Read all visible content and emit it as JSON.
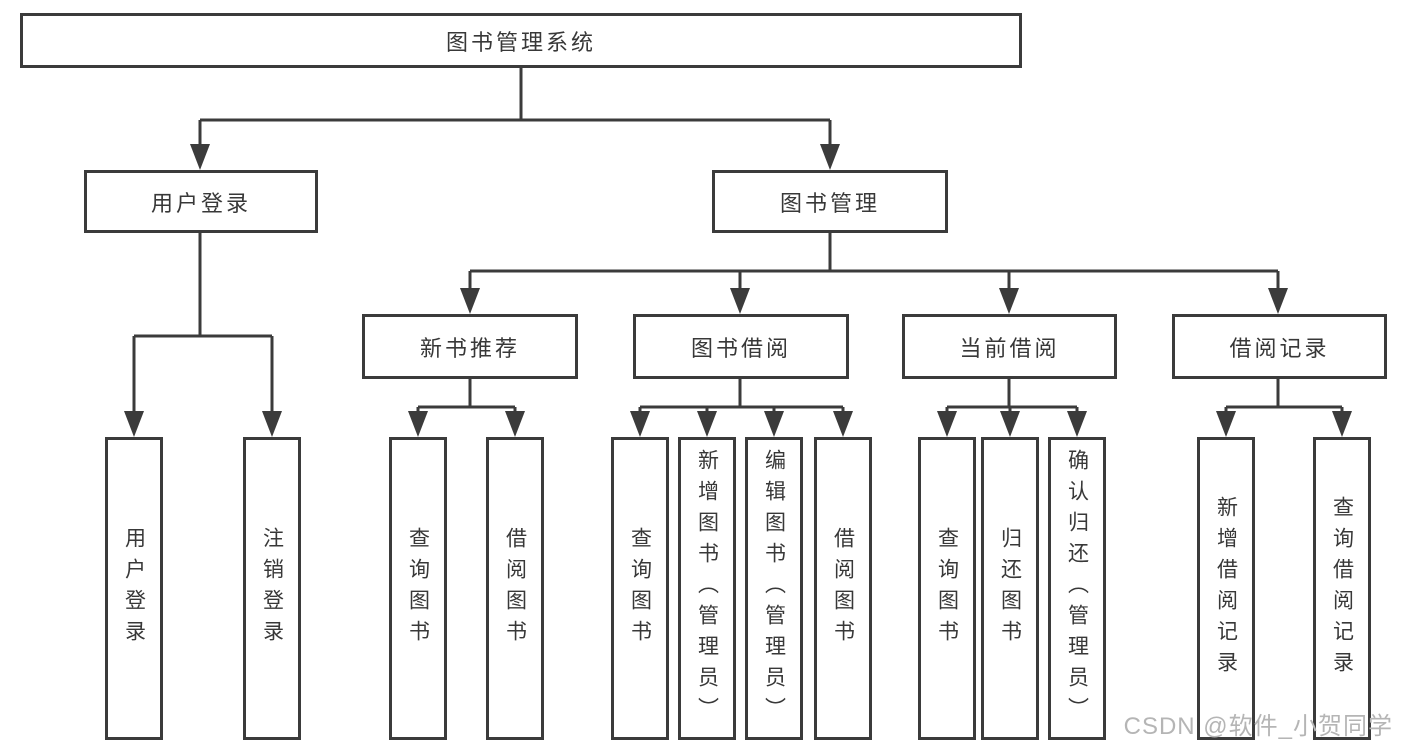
{
  "colors": {
    "background": "#ffffff",
    "line": "#3b3b3b",
    "text": "#383838",
    "watermark": "#b5b5b5"
  },
  "root": {
    "label": "图书管理系统"
  },
  "level2": [
    {
      "label": "用户登录"
    },
    {
      "label": "图书管理"
    }
  ],
  "level3": [
    {
      "label": "新书推荐"
    },
    {
      "label": "图书借阅"
    },
    {
      "label": "当前借阅"
    },
    {
      "label": "借阅记录"
    }
  ],
  "leaves": [
    {
      "label": "用户登录"
    },
    {
      "label": "注销登录"
    },
    {
      "label": "查询图书"
    },
    {
      "label": "借阅图书"
    },
    {
      "label": "查询图书"
    },
    {
      "label": "新增图书（管理员）"
    },
    {
      "label": "编辑图书（管理员）"
    },
    {
      "label": "借阅图书"
    },
    {
      "label": "查询图书"
    },
    {
      "label": "归还图书"
    },
    {
      "label": "确认归还（管理员）"
    },
    {
      "label": "新增借阅记录"
    },
    {
      "label": "查询借阅记录"
    }
  ],
  "watermark": "CSDN @软件_小贺同学"
}
